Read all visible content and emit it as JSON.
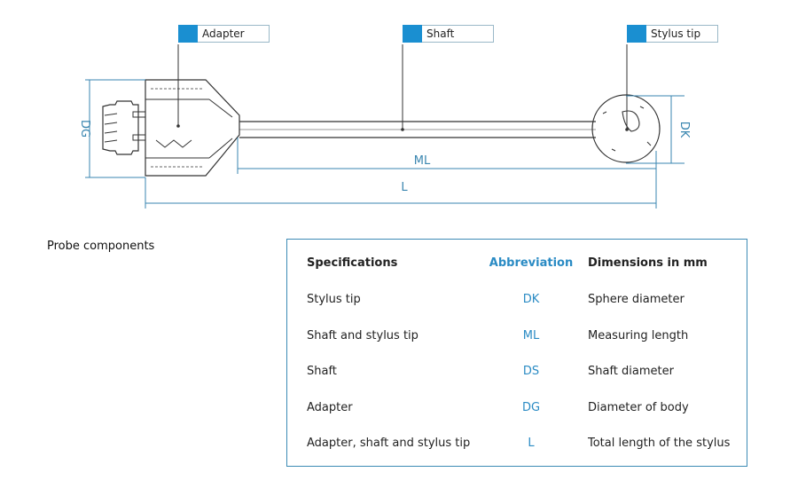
{
  "callouts": {
    "adapter": "Adapter",
    "shaft": "Shaft",
    "stylus_tip": "Stylus tip"
  },
  "dimension_labels": {
    "dg": "DG",
    "dk": "DK",
    "ml": "ML",
    "l": "L"
  },
  "section_title": "Probe components",
  "table": {
    "headers": {
      "specifications": "Specifications",
      "abbreviation": "Abbreviation",
      "dimensions": "Dimensions in mm"
    },
    "rows": [
      {
        "spec": "Stylus tip",
        "abbr": "DK",
        "dim": "Sphere diameter"
      },
      {
        "spec": "Shaft and stylus tip",
        "abbr": "ML",
        "dim": "Measuring length"
      },
      {
        "spec": "Shaft",
        "abbr": "DS",
        "dim": "Shaft diameter"
      },
      {
        "spec": "Adapter",
        "abbr": "DG",
        "dim": "Diameter of body"
      },
      {
        "spec": "Adapter, shaft and stylus tip",
        "abbr": "L",
        "dim": "Total length of the stylus"
      }
    ]
  },
  "colors": {
    "accent": "#1a8fd1",
    "dimension_line": "#3a86b0",
    "outline": "#333333",
    "box_border": "#3d8bb5"
  }
}
